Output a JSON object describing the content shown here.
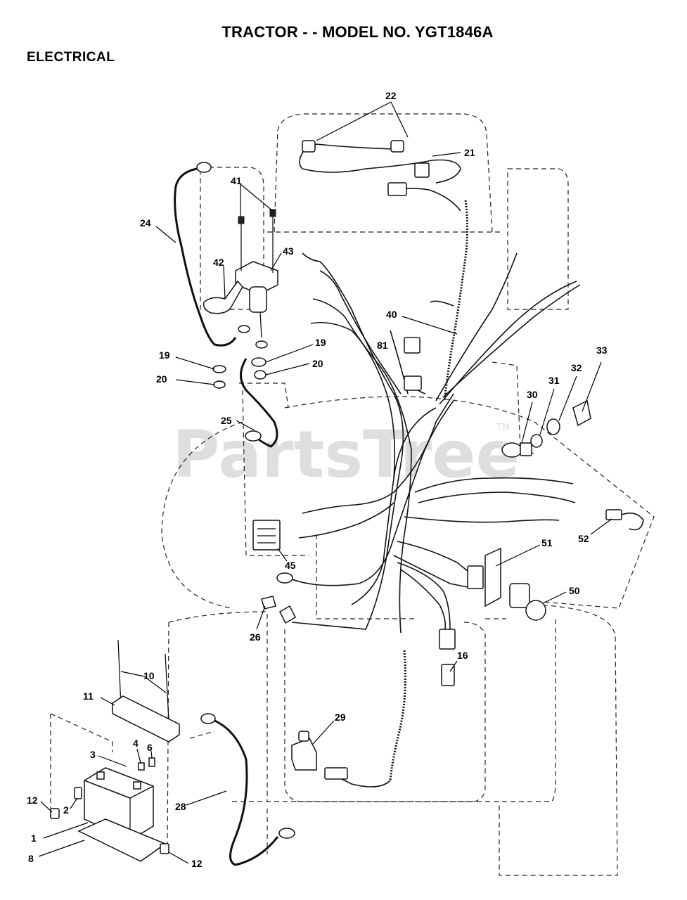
{
  "header": {
    "title": "TRACTOR - - MODEL NO. YGT1846A",
    "section": "ELECTRICAL"
  },
  "watermark": {
    "text": "PartsTree",
    "trademark": "TM"
  },
  "callouts": {
    "c22": "22",
    "c21": "21",
    "c41": "41",
    "c24": "24",
    "c42": "42",
    "c43": "43",
    "c40": "40",
    "c81": "81",
    "c19a": "19",
    "c19b": "19",
    "c20a": "20",
    "c20b": "20",
    "c25": "25",
    "c33": "33",
    "c32": "32",
    "c31": "31",
    "c30": "30",
    "c52": "52",
    "c51": "51",
    "c50": "50",
    "c45": "45",
    "c26": "26",
    "c16": "16",
    "c10": "10",
    "c11": "11",
    "c29": "29",
    "c4": "4",
    "c6": "6",
    "c3": "3",
    "c12a": "12",
    "c2": "2",
    "c28": "28",
    "c1": "1",
    "c8": "8",
    "c12b": "12"
  },
  "colors": {
    "ink": "#111111",
    "watermark": "#dedede",
    "background": "#ffffff"
  }
}
